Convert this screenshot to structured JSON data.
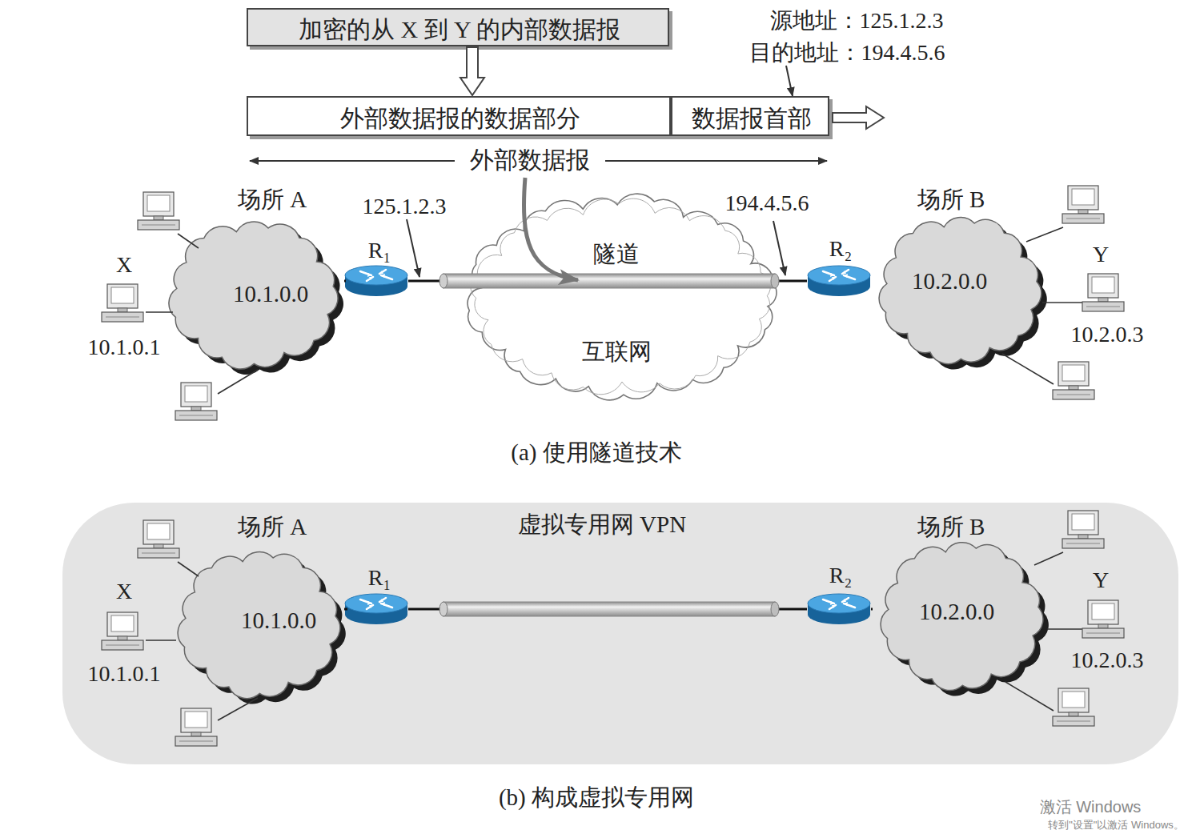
{
  "diagram": {
    "nodes": [
      {
        "text": [
          "加密的从 X 到 Y 的内部数据报"
        ]
      },
      {
        "text": [
          "外部数据报的数据部分"
        ]
      },
      {
        "text": [
          "数据报首部"
        ]
      },
      {
        "text": [
          "场所 A",
          "10.1.0.0"
        ]
      },
      {
        "text": [
          "R₁"
        ]
      },
      {
        "text": [
          "隧道",
          "互联网"
        ]
      },
      {
        "text": [
          "R₂"
        ]
      },
      {
        "text": [
          "场所 B",
          "10.2.0.0"
        ]
      },
      {
        "text": [
          "虚拟专用网 VPN"
        ]
      },
      {
        "text": [
          "场所 A",
          "10.1.0.0"
        ],
        "in": 8
      },
      {
        "text": [
          "R₁"
        ],
        "in": 8
      },
      {
        "text": [
          "R₂"
        ],
        "in": 8
      },
      {
        "text": [
          "场所 B",
          "10.2.0.0"
        ],
        "in": 8
      }
    ],
    "edges": [
      {
        "from": 0,
        "to": 1,
        "arrow": "to"
      },
      {
        "from": 3,
        "to": 4,
        "arrow": "none"
      },
      {
        "from": 4,
        "to": 6,
        "arrow": "none"
      },
      {
        "from": 6,
        "to": 7,
        "arrow": "none"
      },
      {
        "from": 9,
        "to": 10,
        "arrow": "none"
      },
      {
        "from": 10,
        "to": 11,
        "arrow": "none"
      },
      {
        "from": 11,
        "to": 12,
        "arrow": "none"
      }
    ],
    "labels": [
      "源地址：125.1.2.3",
      "目的地址：194.4.5.6",
      "外部数据报",
      "125.1.2.3",
      "194.4.5.6",
      "X",
      "10.1.0.1",
      "Y",
      "10.2.0.3",
      "(a) 使用隧道技术",
      "X",
      "10.1.0.1",
      "Y",
      "10.2.0.3",
      "(b) 构成虚拟专用网",
      "激活 Windows",
      "转到\"设置\"以激活 Windows。"
    ]
  }
}
